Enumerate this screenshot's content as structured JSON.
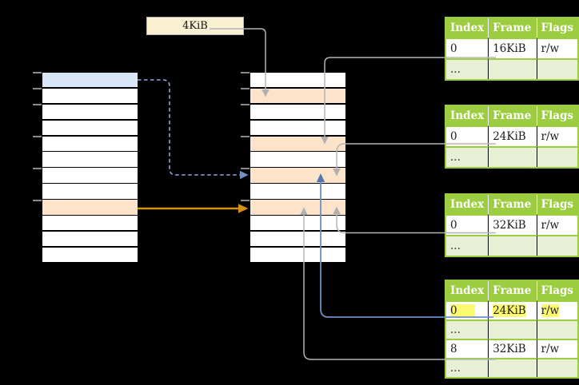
{
  "page_size_label": "4KiB",
  "tables": [
    {
      "name": "page-table-16kib",
      "headers": [
        "Index",
        "Frame",
        "Flags"
      ],
      "rows": [
        {
          "cells": [
            "0",
            "16KiB",
            "r/w"
          ]
        },
        {
          "cells": [
            "...",
            "",
            ""
          ]
        }
      ]
    },
    {
      "name": "page-table-24kib",
      "headers": [
        "Index",
        "Frame",
        "Flags"
      ],
      "rows": [
        {
          "cells": [
            "0",
            "24KiB",
            "r/w"
          ]
        },
        {
          "cells": [
            "...",
            "",
            ""
          ]
        }
      ]
    },
    {
      "name": "page-table-32kib",
      "headers": [
        "Index",
        "Frame",
        "Flags"
      ],
      "rows": [
        {
          "cells": [
            "0",
            "32KiB",
            "r/w"
          ]
        },
        {
          "cells": [
            "...",
            "",
            ""
          ]
        }
      ]
    },
    {
      "name": "page-table-bottom",
      "headers": [
        "Index",
        "Frame",
        "Flags"
      ],
      "rows": [
        {
          "cells": [
            "0",
            "24KiB",
            "r/w"
          ],
          "highlighted": true
        },
        {
          "cells": [
            "...",
            "",
            ""
          ]
        },
        {
          "cells": [
            "8",
            "32KiB",
            "r/w"
          ]
        },
        {
          "cells": [
            "...",
            "",
            ""
          ]
        }
      ]
    }
  ],
  "memory": {
    "left_column_rows": [
      "blue",
      "white",
      "white",
      "white",
      "white",
      "white",
      "white",
      "white",
      "orange",
      "white",
      "white",
      "white"
    ],
    "middle_column_rows": [
      "white",
      "orange",
      "white",
      "white",
      "orange",
      "white",
      "orange",
      "white",
      "orange",
      "white",
      "white",
      "white"
    ]
  },
  "arrows": [
    {
      "id": "size-label-to-frame2",
      "style": "solid grey, down into frame row 2"
    },
    {
      "id": "left-row1-to-frame7",
      "style": "dashed blue, into frame row 7"
    },
    {
      "id": "left-row9-to-frame9",
      "style": "solid orange, into frame row 9"
    },
    {
      "id": "table1-frame-to-frame5",
      "style": "solid grey, down into frame row 5"
    },
    {
      "id": "table2-frame-to-frame7",
      "style": "solid grey, down into frame row 7"
    },
    {
      "id": "table3-frame-to-frame9",
      "style": "solid grey, up into frame row 9"
    },
    {
      "id": "table4-row1-to-frame7",
      "style": "solid blue, up into frame row 7"
    },
    {
      "id": "table4-row3-to-frame9",
      "style": "solid grey, up into frame row 9"
    }
  ],
  "colors": {
    "table_header_green": "#9ccc3f",
    "table_alt_row_green": "#e7efd4",
    "frame_highlight_orange": "#fde3c9",
    "page_highlight_blue": "#d9e6f8",
    "cell_highlight_yellow": "#fbf96e",
    "label_cream": "#faf0d2",
    "arrow_grey": "#b5b5b5",
    "arrow_orange": "#d29110",
    "arrow_dashed_blue": "#8fabdc",
    "arrow_solid_blue": "#6e90c3"
  }
}
